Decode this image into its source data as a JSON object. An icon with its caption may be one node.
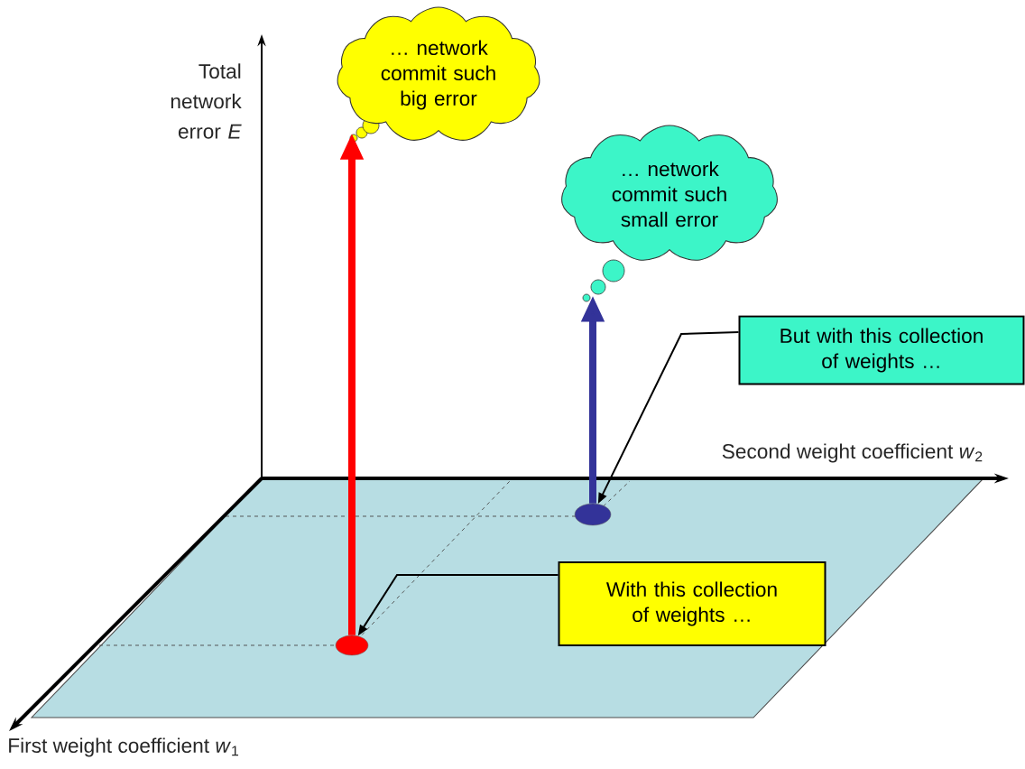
{
  "diagram": {
    "nodes": [
      {
        "text": [],
        "shape": "circle"
      },
      {
        "text": [],
        "shape": "circle"
      },
      {
        "text": [
          "… network commit such big error"
        ]
      },
      {
        "text": [
          "… network commit such small error"
        ]
      },
      {
        "text": [
          "With this collection of weights …"
        ]
      },
      {
        "text": [
          "But with this collection of weights …"
        ]
      }
    ],
    "edges": [
      {
        "from": 0,
        "to": 2,
        "arrow": "to",
        "style": "thick",
        "color": "#ff0000"
      },
      {
        "from": 1,
        "to": 3,
        "arrow": "to",
        "style": "thick",
        "color": "#333399"
      },
      {
        "from": 4,
        "to": 0,
        "arrow": "to"
      },
      {
        "from": 5,
        "to": 1,
        "arrow": "to"
      }
    ],
    "labels": [
      "Total network error *E*",
      "Second weight coefficient *w*$_{2}$",
      "First weight coefficient *w*$_{1}$"
    ]
  }
}
